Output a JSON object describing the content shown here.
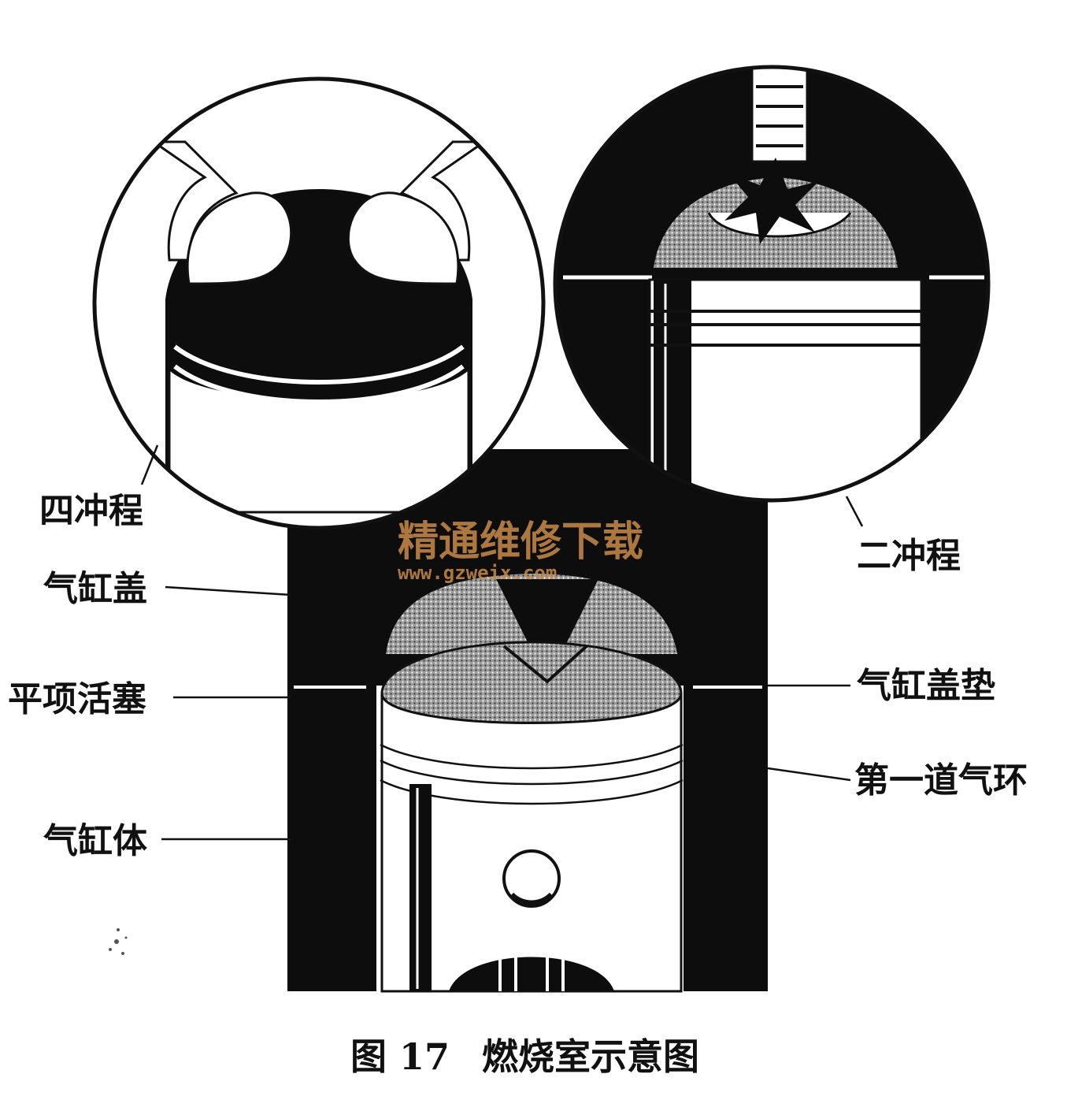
{
  "labels": {
    "four_stroke": "四冲程",
    "two_stroke": "二冲程",
    "cylinder_head": "气缸盖",
    "flat_top_piston": "平项活塞",
    "cylinder_block": "气缸体",
    "head_gasket": "气缸盖垫",
    "first_ring": "第一道气环"
  },
  "watermark": {
    "title": "精通维修下载",
    "url": "www.gzweix.com"
  },
  "caption": {
    "figure_no": "图 17",
    "title": "燃烧室示意图"
  },
  "colors": {
    "ink": "#111111",
    "paper": "#ffffff",
    "shade": "#8a8a8a",
    "watermark": "#c98a4a"
  }
}
